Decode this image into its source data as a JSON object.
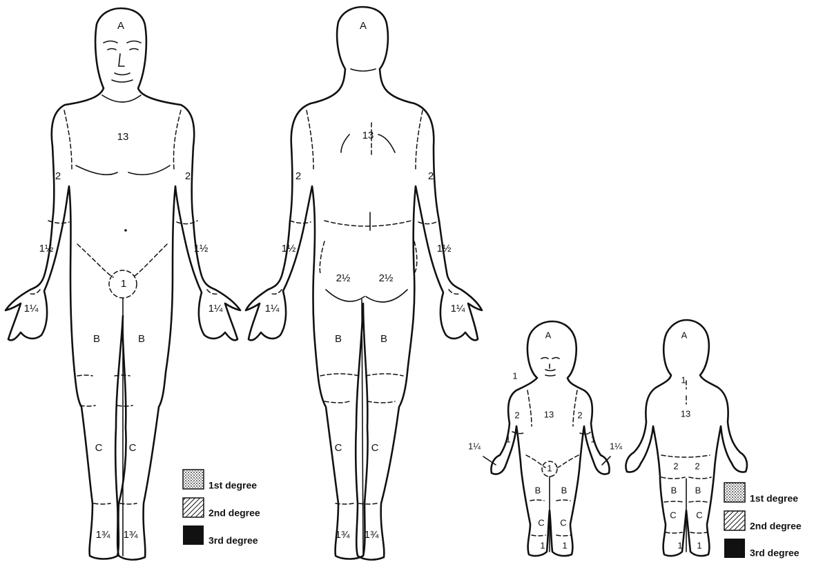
{
  "adult_front": {
    "head": "A",
    "trunk": "13",
    "upper_arm_left": "2",
    "upper_arm_right": "2",
    "forearm_left": "1½",
    "forearm_right": "1½",
    "hand_left": "1¼",
    "hand_right": "1¼",
    "genitalia": "1",
    "thigh_left": "B",
    "thigh_right": "B",
    "leg_left": "C",
    "leg_right": "C",
    "foot_left": "1¾",
    "foot_right": "1¾"
  },
  "adult_back": {
    "head": "A",
    "trunk": "13",
    "upper_arm_left": "2",
    "upper_arm_right": "2",
    "forearm_left": "1½",
    "forearm_right": "1½",
    "hand_left": "1¼",
    "hand_right": "1¼",
    "buttock_left": "2½",
    "buttock_right": "2½",
    "thigh_left": "B",
    "thigh_right": "B",
    "leg_left": "C",
    "leg_right": "C",
    "foot_left": "1¾",
    "foot_right": "1¾"
  },
  "child_front": {
    "head": "A",
    "neck": "1",
    "trunk": "13",
    "upper_arm_left": "2",
    "upper_arm_right": "2",
    "forearm_left": "1",
    "forearm_right": "1",
    "hand_left": "1¼",
    "hand_right": "1¼",
    "genitalia": "1",
    "thigh_left": "B",
    "thigh_right": "B",
    "leg_left": "C",
    "leg_right": "C",
    "foot_left": "1",
    "foot_right": "1"
  },
  "child_back": {
    "head": "A",
    "neck": "1",
    "trunk": "13",
    "buttock_left": "2",
    "buttock_right": "2",
    "thigh_left": "B",
    "thigh_right": "B",
    "leg_left": "C",
    "leg_right": "C",
    "foot_left": "1",
    "foot_right": "1"
  },
  "legend": {
    "first": "1st degree",
    "second": "2nd degree",
    "third": "3rd degree"
  }
}
